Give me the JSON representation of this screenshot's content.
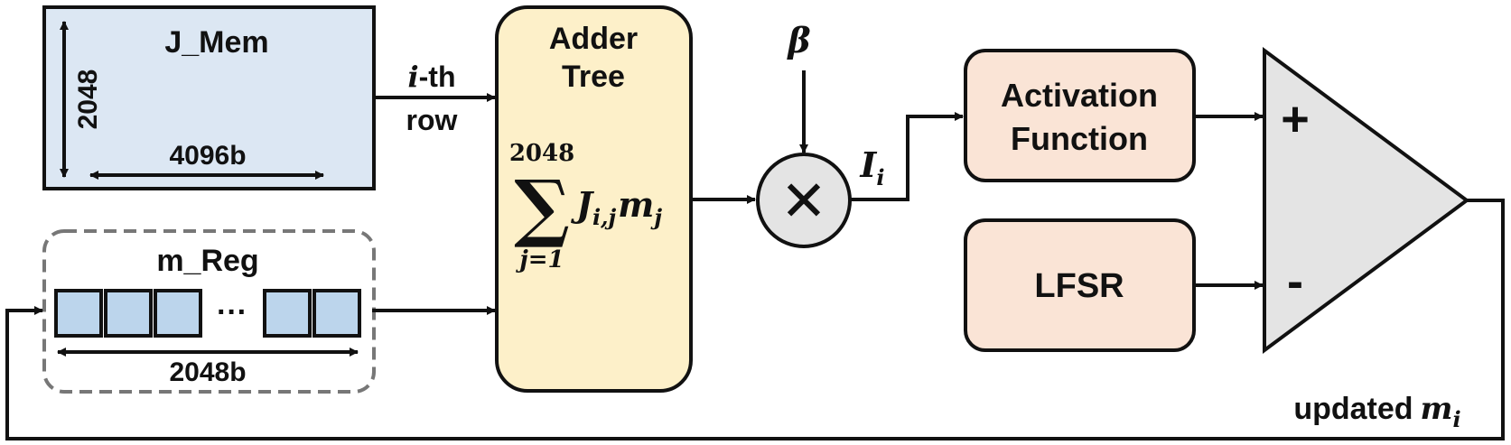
{
  "colors": {
    "memory_fill": "#dce7f3",
    "register_cell_fill": "#bcd5ec",
    "adder_fill": "#fdf0c9",
    "block_fill": "#fae4d6",
    "multiplier_fill": "#e4e4e4",
    "comparator_fill": "#e4e4e4",
    "register_border": "#777777",
    "line": "#111111"
  },
  "j_mem": {
    "title": "J_Mem",
    "height_label": "2048",
    "width_label": "4096b"
  },
  "row_label": {
    "line1_index": "i",
    "line1_suffix": "-th",
    "line2": "row"
  },
  "m_reg": {
    "title": "m_Reg",
    "dots": "···",
    "width_label": "2048b"
  },
  "adder_tree": {
    "title_line1": "Adder",
    "title_line2": "Tree",
    "sum_upper": "2048",
    "sum_symbol": "∑",
    "sum_lower": "j=1",
    "sum_term_J": "J",
    "sum_term_J_sub": "i,j",
    "sum_term_m": "m",
    "sum_term_m_sub": "j"
  },
  "multiplier": {
    "symbol": "✕",
    "beta": "β"
  },
  "current_label": {
    "main": "I",
    "sub": "i"
  },
  "activation": {
    "line1": "Activation",
    "line2": "Function"
  },
  "lfsr": {
    "label": "LFSR"
  },
  "comparator": {
    "plus": "+",
    "minus": "-"
  },
  "output_label": {
    "text": "updated",
    "var": "m",
    "sub": "i"
  }
}
